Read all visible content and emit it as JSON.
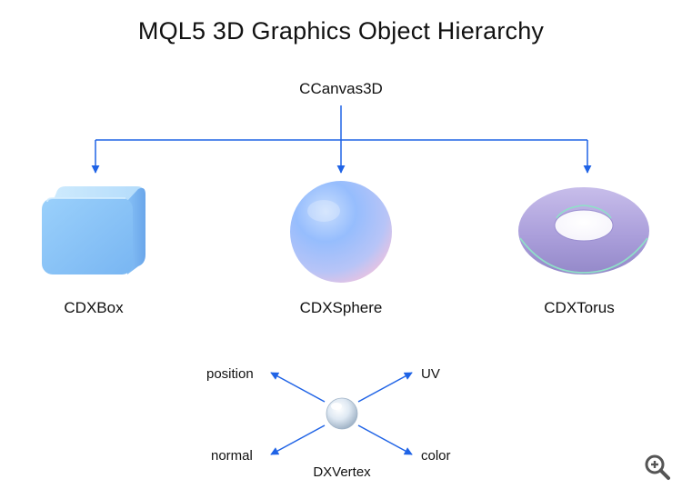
{
  "title": "MQL5 3D Graphics Object Hierarchy",
  "root": {
    "label": "CCanvas3D"
  },
  "children": [
    {
      "label": "CDXBox",
      "shape": "box"
    },
    {
      "label": "CDXSphere",
      "shape": "sphere"
    },
    {
      "label": "CDXTorus",
      "shape": "torus"
    }
  ],
  "vertex": {
    "label": "DXVertex",
    "attributes": {
      "top_left": "position",
      "top_right": "UV",
      "bottom_left": "normal",
      "bottom_right": "color"
    }
  },
  "colors": {
    "connector": "#1f63e6",
    "box": "#8cc6f8",
    "sphere_a": "#8fb8ff",
    "sphere_b": "#ffc8dc",
    "torus": "#b3a6dc",
    "torus_seam": "#8fe0c8"
  },
  "zoom_button": {
    "icon": "zoom-in-icon"
  }
}
